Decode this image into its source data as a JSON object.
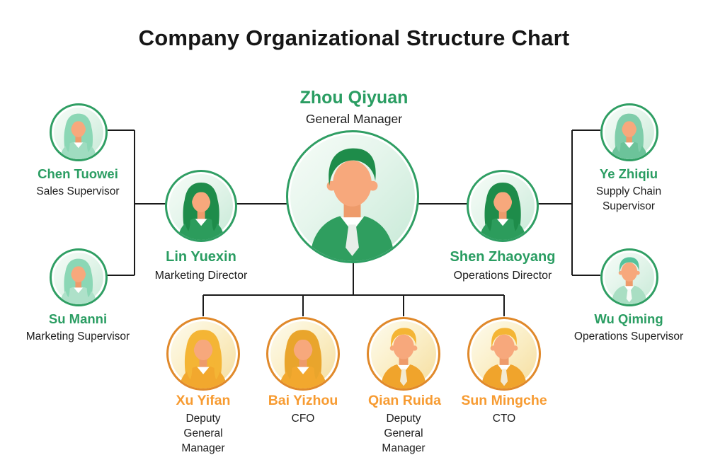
{
  "title": "Company Organizational Structure Chart",
  "palette": {
    "green_text": "#2a9d62",
    "green_border": "#2f9e63",
    "orange_text": "#f79b31",
    "orange_border": "#e0892b",
    "line_color": "#1a1a1a",
    "skin": "#f7a87c"
  },
  "nodes": [
    {
      "id": "zhou-qiyuan",
      "name": "Zhou Qiyuan",
      "title": "General Manager",
      "theme": "green",
      "avatar": {
        "type": "male",
        "hair": "#1e8c4a",
        "body": "#2f9e5f",
        "tie": "#e8eee9"
      }
    },
    {
      "id": "lin-yuexin",
      "name": "Lin Yuexin",
      "title": "Marketing Director",
      "theme": "green",
      "avatar": {
        "type": "female",
        "hair": "#1e8c4a",
        "body": "#2c9c5c"
      }
    },
    {
      "id": "shen-zhaoyang",
      "name": "Shen Zhaoyang",
      "title": "Operations Director",
      "theme": "green",
      "avatar": {
        "type": "female",
        "hair": "#1e8c4a",
        "body": "#2c9c5c"
      }
    },
    {
      "id": "chen-tuowei",
      "name": "Chen Tuowei",
      "title": "Sales Supervisor",
      "theme": "green",
      "avatar": {
        "type": "female",
        "hair": "#8bd7b5",
        "body": "#9fdcc0"
      }
    },
    {
      "id": "su-manni",
      "name": "Su Manni",
      "title": "Marketing Supervisor",
      "theme": "green",
      "avatar": {
        "type": "female",
        "hair": "#8bd7b5",
        "body": "#aee1c9"
      }
    },
    {
      "id": "ye-zhiqiu",
      "name": "Ye Zhiqiu",
      "title": "Supply Chain Supervisor",
      "theme": "green",
      "avatar": {
        "type": "female",
        "hair": "#7fcdaa",
        "body": "#6cc39a"
      }
    },
    {
      "id": "wu-qiming",
      "name": "Wu Qiming",
      "title": "Operations Supervisor",
      "theme": "green",
      "avatar": {
        "type": "male",
        "hair": "#56c29b",
        "body": "#a9dec3",
        "tie": "#f5faf6"
      }
    },
    {
      "id": "xu-yifan",
      "name": "Xu Yifan",
      "title": "Deputy General Manager",
      "theme": "orange",
      "avatar": {
        "type": "female",
        "hair": "#f4b535",
        "body": "#f2a82e"
      }
    },
    {
      "id": "bai-yizhou",
      "name": "Bai Yizhou",
      "title": "CFO",
      "theme": "orange",
      "avatar": {
        "type": "female",
        "hair": "#e9a52c",
        "body": "#f2a82e"
      }
    },
    {
      "id": "qian-ruida",
      "name": "Qian Ruida",
      "title": "Deputy General Manager",
      "theme": "orange",
      "avatar": {
        "type": "male",
        "hair": "#f4b535",
        "body": "#f0a42c",
        "tie": "#f3ead2"
      }
    },
    {
      "id": "sun-mingche",
      "name": "Sun Mingche",
      "title": "CTO",
      "theme": "orange",
      "avatar": {
        "type": "male",
        "hair": "#f4b535",
        "body": "#f0a42c",
        "tie": "#f3ead2"
      }
    }
  ]
}
